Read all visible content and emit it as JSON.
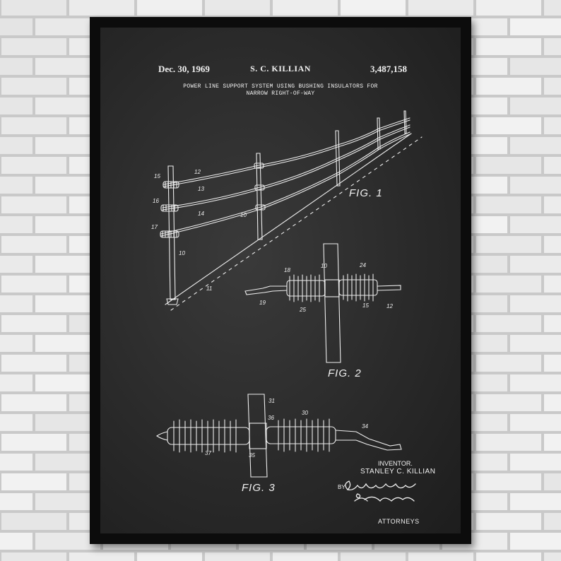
{
  "poster": {
    "date": "Dec. 30, 1969",
    "inventor_header": "S. C. KILLIAN",
    "patent_number": "3,487,158",
    "title_line1": "POWER LINE SUPPORT SYSTEM USING BUSHING INSULATORS FOR",
    "title_line2": "NARROW RIGHT-OF-WAY",
    "fig1_label": "FIG. 1",
    "fig2_label": "FIG. 2",
    "fig3_label": "FIG. 3",
    "inventor_label": "INVENTOR.",
    "inventor_name": "STANLEY C. KILLIAN",
    "by_label": "BY",
    "attorneys_label": "ATTORNEYS",
    "signature_text": "Cunningham, Shaw & Stephens"
  },
  "fig1_refs": [
    "15",
    "16",
    "17",
    "12",
    "13",
    "14",
    "10",
    "10",
    "11"
  ],
  "fig2_refs": [
    "10",
    "18",
    "24",
    "19",
    "25",
    "15",
    "12"
  ],
  "fig3_refs": [
    "31",
    "36",
    "30",
    "34",
    "37",
    "35"
  ],
  "colors": {
    "wall": "#dcdcdc",
    "frame": "#0c0c0c",
    "chalkboard": "#2a2a2a",
    "chalk": "#f1f1f1"
  }
}
